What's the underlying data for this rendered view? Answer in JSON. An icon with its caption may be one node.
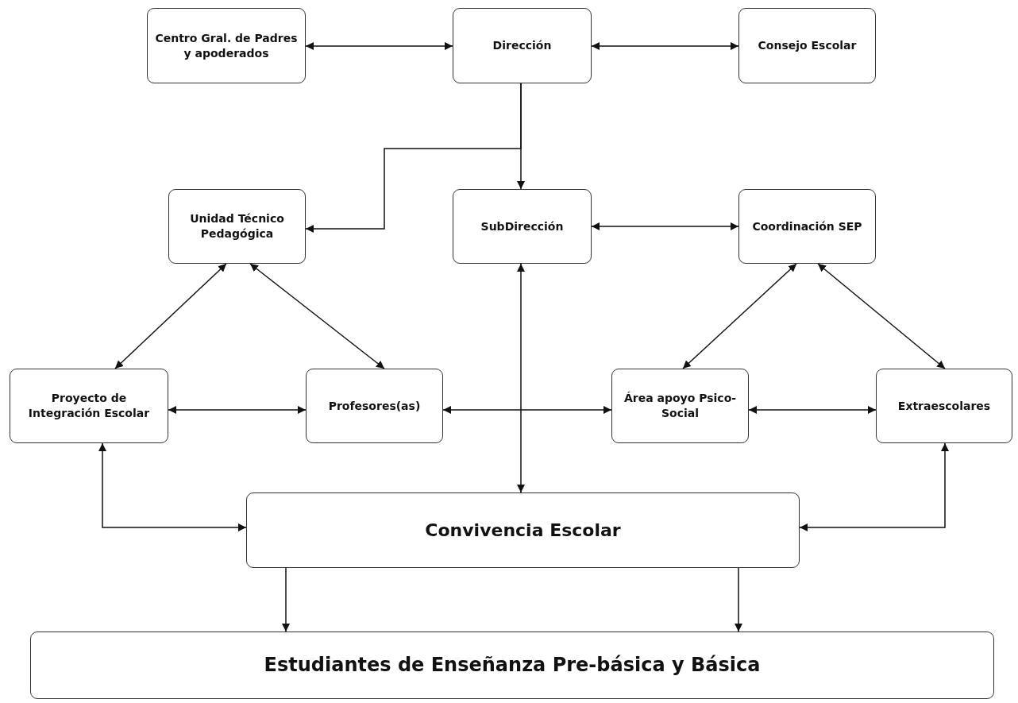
{
  "diagram": {
    "nodes": [
      {
        "text": [
          "Centro Gral. de Padres y apoderados"
        ]
      },
      {
        "text": [
          "Dirección"
        ]
      },
      {
        "text": [
          "Consejo Escolar"
        ]
      },
      {
        "text": [
          "Unidad Técnico Pedagógica"
        ]
      },
      {
        "text": [
          "SubDirección"
        ]
      },
      {
        "text": [
          "Coordinación SEP"
        ]
      },
      {
        "text": [
          "Proyecto de Integración Escolar"
        ]
      },
      {
        "text": [
          "Profesores(as)"
        ]
      },
      {
        "text": [
          "Área apoyo Psico-Social"
        ]
      },
      {
        "text": [
          "Extraescolares"
        ]
      },
      {
        "text": [
          "Convivencia Escolar"
        ]
      },
      {
        "text": [
          "Estudiantes de Enseñanza Pre-básica y Básica"
        ]
      }
    ],
    "edges": [
      {
        "from": 0,
        "to": 1,
        "arrow": "both"
      },
      {
        "from": 1,
        "to": 2,
        "arrow": "both"
      },
      {
        "from": 1,
        "to": 4,
        "arrow": "to"
      },
      {
        "from": 1,
        "to": 3,
        "arrow": "to"
      },
      {
        "from": 4,
        "to": 5,
        "arrow": "both"
      },
      {
        "from": 3,
        "to": 6,
        "arrow": "both"
      },
      {
        "from": 3,
        "to": 7,
        "arrow": "both"
      },
      {
        "from": 5,
        "to": 8,
        "arrow": "both"
      },
      {
        "from": 5,
        "to": 9,
        "arrow": "both"
      },
      {
        "from": 6,
        "to": 7,
        "arrow": "both"
      },
      {
        "from": 7,
        "to": 8,
        "arrow": "both"
      },
      {
        "from": 8,
        "to": 9,
        "arrow": "both"
      },
      {
        "from": 4,
        "to": 10,
        "arrow": "both"
      },
      {
        "from": 6,
        "to": 10,
        "arrow": "both"
      },
      {
        "from": 9,
        "to": 10,
        "arrow": "both"
      },
      {
        "from": 10,
        "to": 11,
        "arrow": "to"
      },
      {
        "from": 10,
        "to": 11,
        "arrow": "to"
      }
    ]
  }
}
